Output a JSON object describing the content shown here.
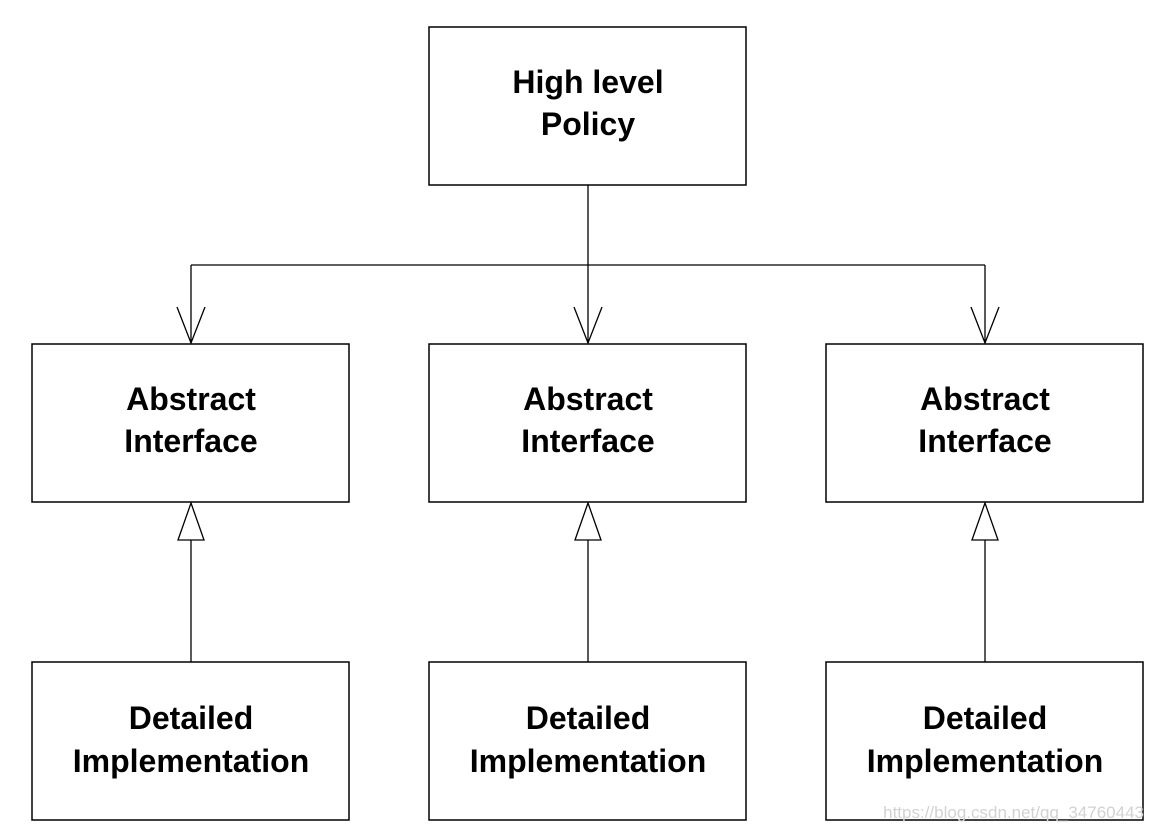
{
  "colors": {
    "background": "#ffffff",
    "stroke": "#000000",
    "watermark": "#d2d2d2"
  },
  "nodes": {
    "policy": {
      "line1": "High level",
      "line2": "Policy"
    },
    "interface_1": {
      "line1": "Abstract",
      "line2": "Interface"
    },
    "interface_2": {
      "line1": "Abstract",
      "line2": "Interface"
    },
    "interface_3": {
      "line1": "Abstract",
      "line2": "Interface"
    },
    "impl_1": {
      "line1": "Detailed",
      "line2": "Implementation"
    },
    "impl_2": {
      "line1": "Detailed",
      "line2": "Implementation"
    },
    "impl_3": {
      "line1": "Detailed",
      "line2": "Implementation"
    }
  },
  "edges": [
    {
      "from": "policy",
      "to": "interface_1",
      "kind": "dependency",
      "arrow": "open-v-arrow-icon"
    },
    {
      "from": "policy",
      "to": "interface_2",
      "kind": "dependency",
      "arrow": "open-v-arrow-icon"
    },
    {
      "from": "policy",
      "to": "interface_3",
      "kind": "dependency",
      "arrow": "open-v-arrow-icon"
    },
    {
      "from": "impl_1",
      "to": "interface_1",
      "kind": "realization",
      "arrow": "hollow-triangle-arrow-icon"
    },
    {
      "from": "impl_2",
      "to": "interface_2",
      "kind": "realization",
      "arrow": "hollow-triangle-arrow-icon"
    },
    {
      "from": "impl_3",
      "to": "interface_3",
      "kind": "realization",
      "arrow": "hollow-triangle-arrow-icon"
    }
  ],
  "watermark": {
    "text": "https://blog.csdn.net/qq_34760443"
  }
}
